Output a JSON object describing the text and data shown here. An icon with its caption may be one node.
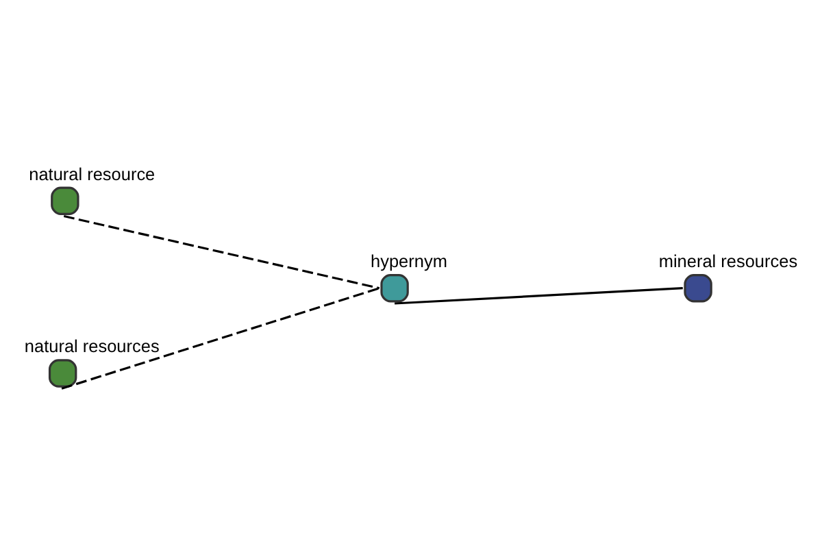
{
  "diagram": {
    "nodes": [
      {
        "text": [
          "natural resource"
        ]
      },
      {
        "text": [
          "hypernym"
        ]
      },
      {
        "text": [
          "mineral resources"
        ]
      },
      {
        "text": [
          "natural resources"
        ]
      }
    ],
    "edges": [
      {
        "from": 0,
        "to": 1,
        "arrow": "none",
        "style": "dashed"
      },
      {
        "from": 3,
        "to": 1,
        "arrow": "none",
        "style": "dashed"
      },
      {
        "from": 1,
        "to": 2,
        "arrow": "none"
      }
    ]
  }
}
